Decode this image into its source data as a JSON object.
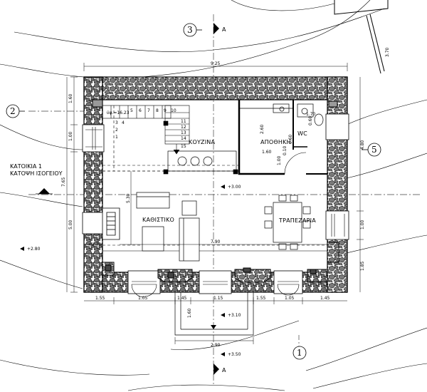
{
  "title": {
    "line1": "ΚΑΤΟΙΚΙΑ 1",
    "line2": "ΚΑΤΟΨΗ ΙΣΟΓΕΙΟΥ"
  },
  "rooms": {
    "kitchen": "ΚΟΥΖΙΝΑ",
    "storage": "ΑΠΟΘΗΚΗ",
    "wc": "WC",
    "living": "ΚΑΘΙΣΤΙΚΟ",
    "dining": "ΤΡΑΠΕΖΑΡΙΑ"
  },
  "grid_markers": [
    "1",
    "2",
    "3",
    "5"
  ],
  "section_letters": [
    "A",
    "A"
  ],
  "levels": [
    "+3.00",
    "+3.10",
    "+3.50",
    "+2.80",
    "+2.70"
  ],
  "stair": {
    "note": "ύψ.=16.23",
    "steps": [
      "15",
      "14",
      "13",
      "12",
      "11",
      "10",
      "9",
      "8",
      "7",
      "6",
      "5",
      "4",
      "3",
      "2",
      "1"
    ]
  },
  "dimensions": {
    "top_total": "9.25",
    "left_a": "1.60",
    "left_b": "1.00",
    "left_total": "7.65",
    "left_c": "5.00",
    "right_total": "4.80",
    "right_a": "1.00",
    "right_b": "1.85",
    "top_right": "3.70",
    "kitchen_w": "5.30",
    "interior_w": "7.90",
    "storage_h": "2.60",
    "storage_w": "1.60",
    "store_a": "1.00",
    "store_b": "0.10",
    "store_c": "0.60",
    "wc_w": "1.70",
    "wc_h": "0.60",
    "bottom": [
      "1.55",
      "1.05",
      "1.45",
      "1.15",
      "1.55",
      "1.05",
      "1.45"
    ],
    "porch_w": "2.90",
    "porch_d": "1.60"
  }
}
